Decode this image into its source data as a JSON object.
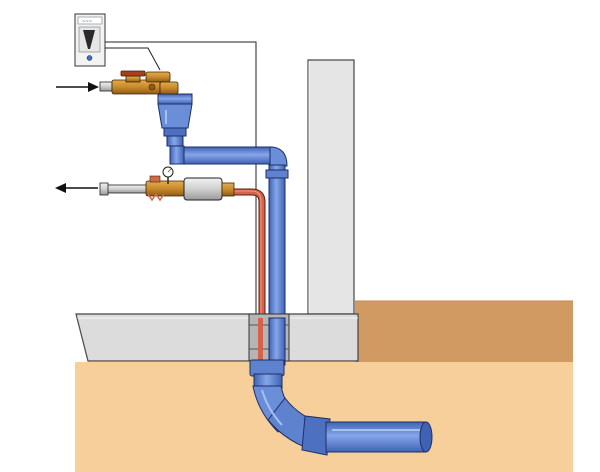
{
  "diagram": {
    "kind": "plumbing-installation",
    "components": [
      {
        "name": "wall-meter-box"
      },
      {
        "name": "inlet-stop-valve"
      },
      {
        "name": "funnel-drain-separator"
      },
      {
        "name": "blue-drain-pipe"
      },
      {
        "name": "red-supply-pipe"
      },
      {
        "name": "backflow-preventer-assembly"
      },
      {
        "name": "pressure-gauge"
      },
      {
        "name": "concrete-slab"
      },
      {
        "name": "vertical-wall"
      },
      {
        "name": "ground-soil"
      },
      {
        "name": "underground-sewer-pipe"
      }
    ],
    "flows": [
      {
        "name": "inlet-flow",
        "direction": "in"
      },
      {
        "name": "outlet-flow",
        "direction": "out"
      }
    ],
    "colors": {
      "soil": "#f7cf9b",
      "soil_dark": "#d29a63",
      "concrete": "#dcdcdc",
      "blue_pipe": "#6a8fd8",
      "red_pipe": "#d4634a",
      "brass": "#c98a2c",
      "outline": "#222222"
    }
  }
}
